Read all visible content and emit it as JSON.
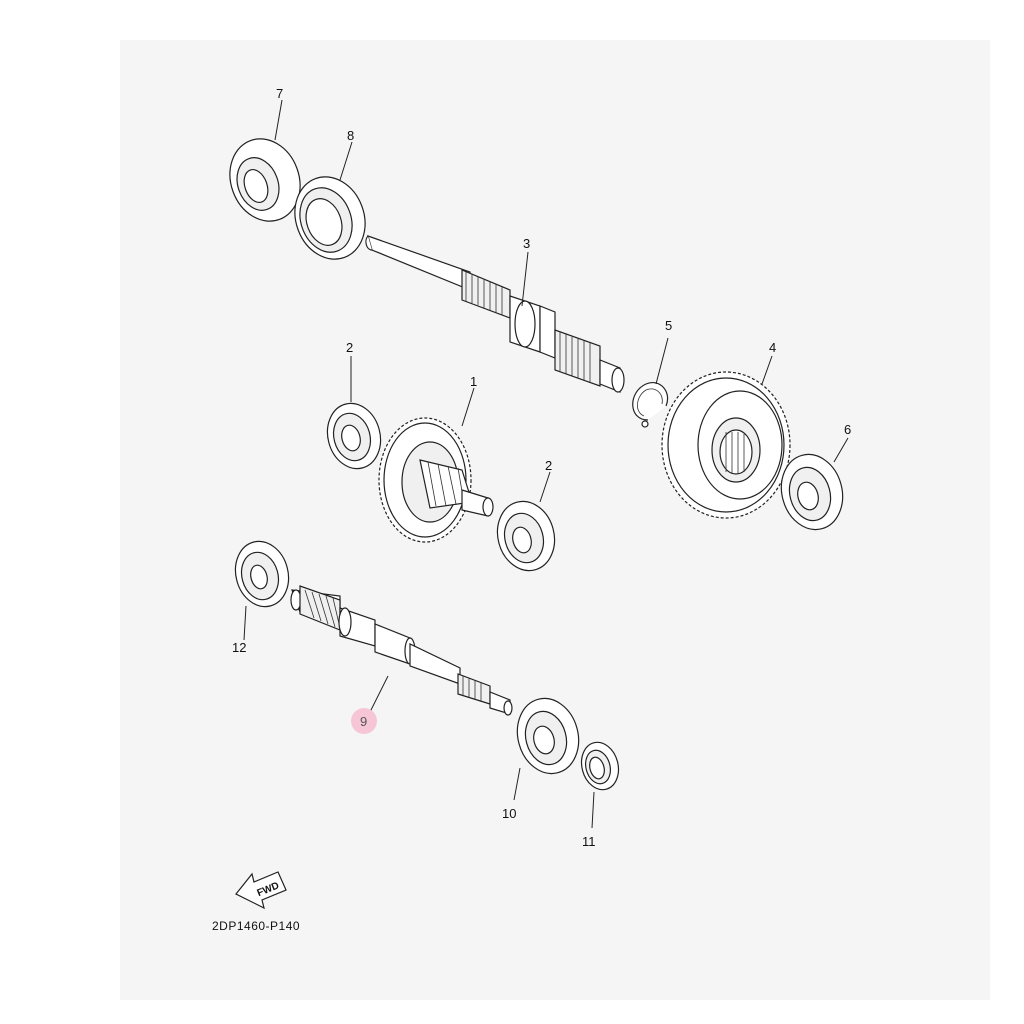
{
  "diagram_code": "2DP1460-P140",
  "fwd_label": "FWD",
  "callouts": [
    {
      "id": "c7",
      "label": "7"
    },
    {
      "id": "c8",
      "label": "8"
    },
    {
      "id": "c3",
      "label": "3"
    },
    {
      "id": "c5",
      "label": "5"
    },
    {
      "id": "c4",
      "label": "4"
    },
    {
      "id": "c2a",
      "label": "2"
    },
    {
      "id": "c1",
      "label": "1"
    },
    {
      "id": "c2b",
      "label": "2"
    },
    {
      "id": "c6",
      "label": "6"
    },
    {
      "id": "c12",
      "label": "12"
    },
    {
      "id": "c9",
      "label": "9"
    },
    {
      "id": "c10",
      "label": "10"
    },
    {
      "id": "c11",
      "label": "11"
    }
  ],
  "colors": {
    "sheet": "#f5f5f5",
    "highlight": "#f7c6d6",
    "line": "#222222"
  }
}
